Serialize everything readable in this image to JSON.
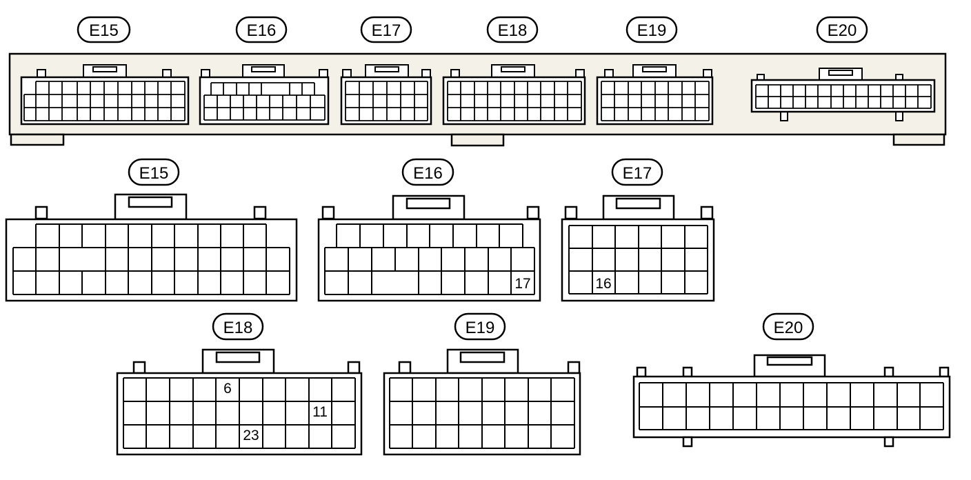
{
  "connector_label_glyph": "ellipse",
  "colors": {
    "stroke": "#000000",
    "panel_fill": "#f4f1e8",
    "cell_fill": "#ffffff",
    "background": "#ffffff"
  },
  "ecu_block": {
    "labels": [
      "E15",
      "E16",
      "E17",
      "E18",
      "E19",
      "E20"
    ]
  },
  "detail_connectors": [
    {
      "id": "E15",
      "label": "E15"
    },
    {
      "id": "E16",
      "label": "E16",
      "pin_callouts": [
        "17"
      ]
    },
    {
      "id": "E17",
      "label": "E17",
      "pin_callouts": [
        "16"
      ]
    },
    {
      "id": "E18",
      "label": "E18",
      "pin_callouts": [
        "6",
        "11",
        "23"
      ]
    },
    {
      "id": "E19",
      "label": "E19"
    },
    {
      "id": "E20",
      "label": "E20"
    }
  ]
}
